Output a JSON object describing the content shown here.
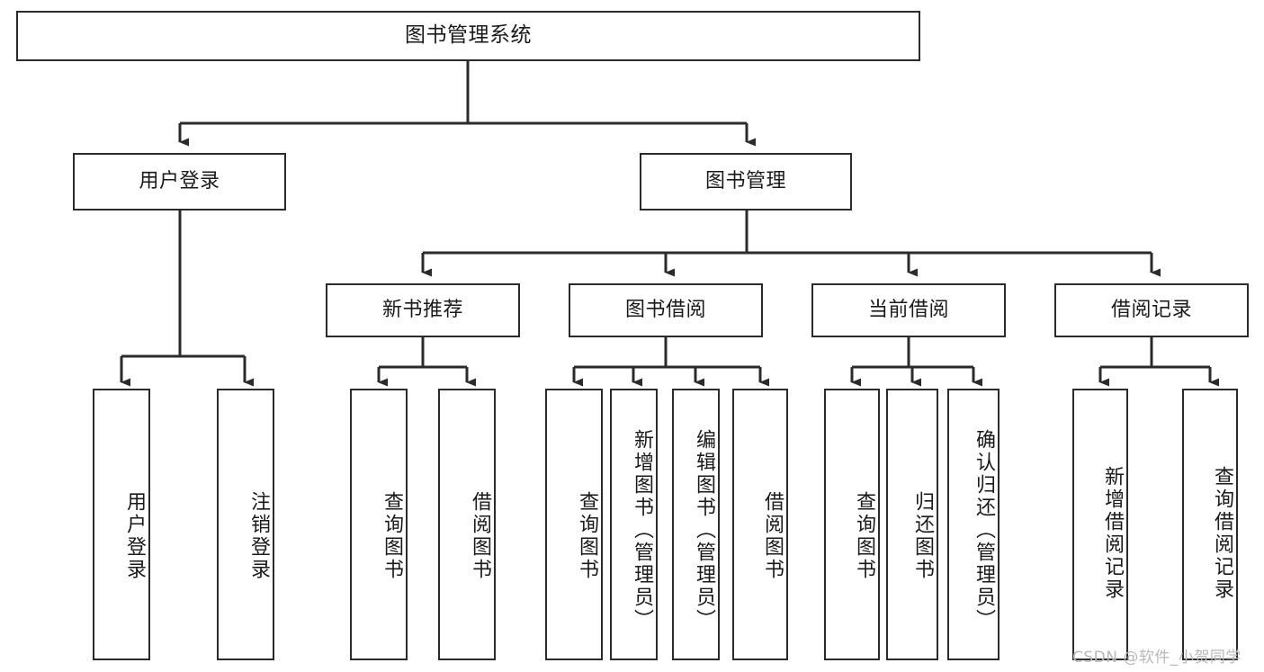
{
  "diagram": {
    "title": "图书管理系统",
    "type": "hierarchy-tree",
    "stroke_color": "#2b2b2b",
    "fill_color": "#ffffff",
    "text_color": "#1a1a1a",
    "levels": {
      "root": {
        "label": "图书管理系统"
      },
      "level2": [
        {
          "id": "user-login",
          "label": "用户登录"
        },
        {
          "id": "book-management",
          "label": "图书管理"
        }
      ],
      "level3": [
        {
          "id": "new-book-recommend",
          "label": "新书推荐",
          "parent": "book-management"
        },
        {
          "id": "book-borrow",
          "label": "图书借阅",
          "parent": "book-management"
        },
        {
          "id": "current-borrow",
          "label": "当前借阅",
          "parent": "book-management"
        },
        {
          "id": "borrow-record",
          "label": "借阅记录",
          "parent": "book-management"
        }
      ],
      "leaves": [
        {
          "id": "leaf-user-login",
          "label": "用户登录",
          "parent": "user-login"
        },
        {
          "id": "leaf-logout-login",
          "label": "注销登录",
          "parent": "user-login"
        },
        {
          "id": "leaf-query-book-1",
          "label": "查询图书",
          "parent": "new-book-recommend"
        },
        {
          "id": "leaf-borrow-book-1",
          "label": "借阅图书",
          "parent": "new-book-recommend"
        },
        {
          "id": "leaf-query-book-2",
          "label": "查询图书",
          "parent": "book-borrow"
        },
        {
          "id": "leaf-add-book",
          "label": "新增图书（管理员）",
          "parent": "book-borrow"
        },
        {
          "id": "leaf-edit-book",
          "label": "编辑图书（管理员）",
          "parent": "book-borrow"
        },
        {
          "id": "leaf-borrow-book-2",
          "label": "借阅图书",
          "parent": "book-borrow"
        },
        {
          "id": "leaf-query-book-3",
          "label": "查询图书",
          "parent": "current-borrow"
        },
        {
          "id": "leaf-return-book",
          "label": "归还图书",
          "parent": "current-borrow"
        },
        {
          "id": "leaf-confirm-return",
          "label": "确认归还（管理员）",
          "parent": "current-borrow"
        },
        {
          "id": "leaf-add-record",
          "label": "新增借阅记录",
          "parent": "borrow-record"
        },
        {
          "id": "leaf-query-record",
          "label": "查询借阅记录",
          "parent": "borrow-record"
        }
      ]
    }
  },
  "watermark": {
    "text": "CSDN @软件_小贺同学"
  }
}
